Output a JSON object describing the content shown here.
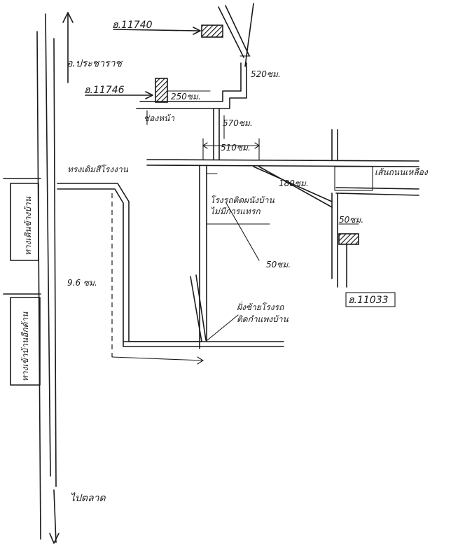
{
  "labels": {
    "building_top": "ฮ.11740",
    "road_name": "อ.ประชาราช",
    "building_left": "ฮ.11746",
    "dist_250": "250ซม.",
    "dist_520": "520ซม.",
    "dist_570": "570ซม.",
    "dist_510": "510ซม.",
    "rear_label": "ช่องหน้า",
    "left_zone": "ทรงเดิมสีโรงงาน",
    "dist_180": "180ซม.",
    "yellow_line": "เส้นถนนเหลือง",
    "road_edge_note_1": "โรงรถติดผนังบ้าน",
    "road_edge_note_2": "ไม่มีการแทรก",
    "dist_50a": "50ซม.",
    "dist_50b": "50ซม.",
    "building_right": "ฮ.11033",
    "dim_vertical": "9.6 ซม.",
    "note_bottom_1": "ฝั่งซ้ายโรงรถ",
    "note_bottom_2": "ติดกำแพงบ้าน",
    "box_left_top": "ทางเดินข้างบ้าน",
    "box_left_bottom": "ทางเข้าบ้านอีกด้าน",
    "bottom_label": "ไปตลาด"
  },
  "colors": {
    "ink": "#1a1a1a",
    "paper": "#ffffff"
  }
}
